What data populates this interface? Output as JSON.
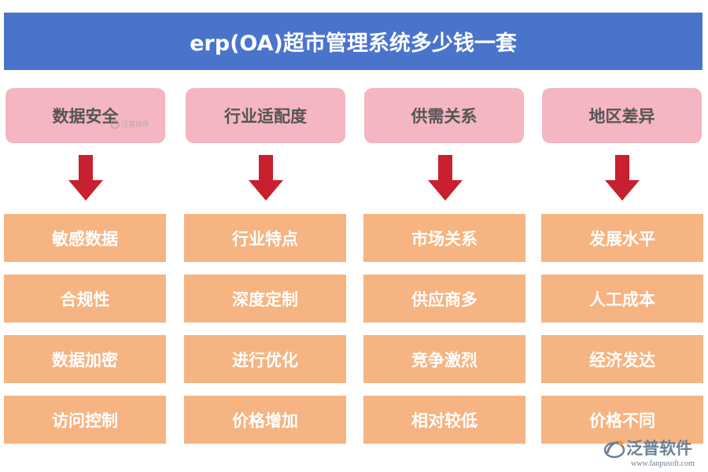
{
  "title": "erp(OA)超市管理系统多少钱一套",
  "columns": [
    {
      "category": "数据安全",
      "items": [
        "敏感数据",
        "合规性",
        "数据加密",
        "访问控制"
      ]
    },
    {
      "category": "行业适配度",
      "items": [
        "行业特点",
        "深度定制",
        "进行优化",
        "价格增加"
      ]
    },
    {
      "category": "供需关系",
      "items": [
        "市场关系",
        "供应商多",
        "竞争激烈",
        "相对较低"
      ]
    },
    {
      "category": "地区差异",
      "items": [
        "发展水平",
        "人工成本",
        "经济发达",
        "价格不同"
      ]
    }
  ],
  "watermark": {
    "name": "泛普软件",
    "url": "www.fanpusoft.com"
  },
  "colors": {
    "title_bg": "#4a74cc",
    "category_bg": "#f4b6c0",
    "item_bg": "#f5b482",
    "arrow": "#c8202e"
  }
}
